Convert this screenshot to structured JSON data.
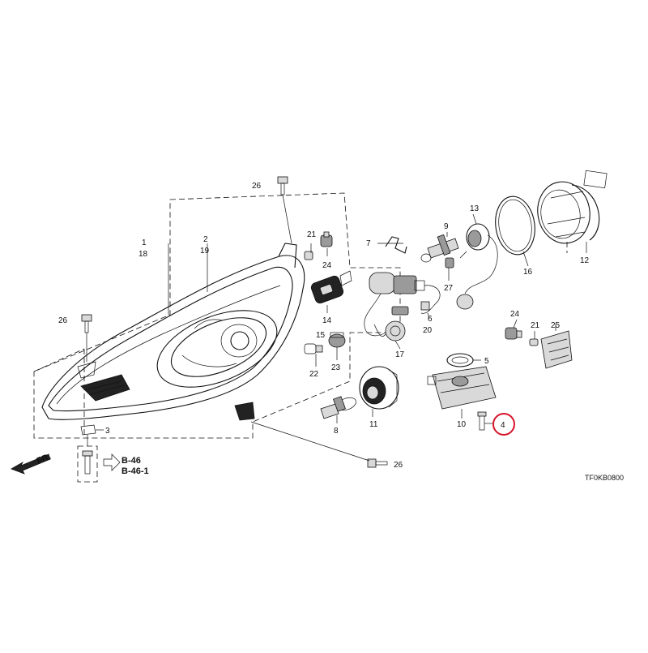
{
  "diagram": {
    "drawing_code": "TF0KB0800",
    "direction": "FR.",
    "refs": [
      "B-46",
      "B-46-1"
    ],
    "highlight_color": "#d9142b",
    "highlighted_part": "4",
    "parts": {
      "p1": "1",
      "p18": "18",
      "p2": "2",
      "p19": "19",
      "p3": "3",
      "p4": "4",
      "p5": "5",
      "p6": "6",
      "p20": "20",
      "p7": "7",
      "p8": "8",
      "p9": "9",
      "p27": "27",
      "p10": "10",
      "p11": "11",
      "p12": "12",
      "p13": "13",
      "p14": "14",
      "p15": "15",
      "p16": "16",
      "p17": "17",
      "p21a": "21",
      "p21b": "21",
      "p22": "22",
      "p23": "23",
      "p24a": "24",
      "p24b": "24",
      "p25": "25",
      "p26a": "26",
      "p26b": "26",
      "p26c": "26"
    }
  }
}
